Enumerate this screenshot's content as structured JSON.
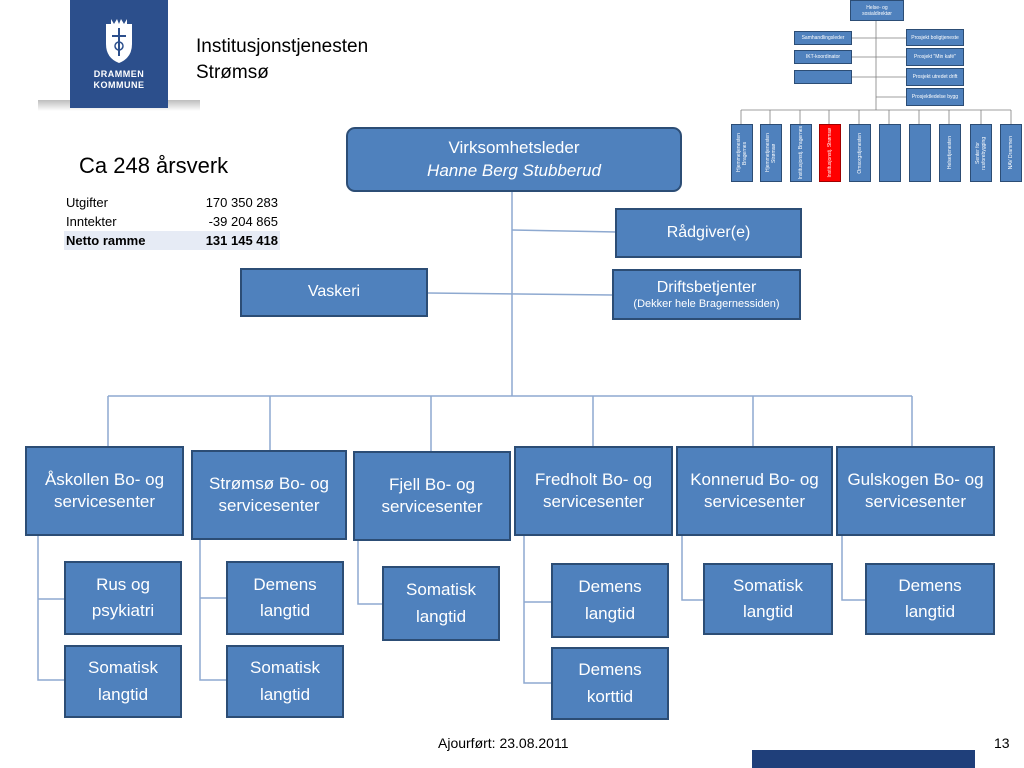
{
  "header": {
    "title_line1": "Institusjonstjenesten",
    "title_line2": "Strømsø",
    "logo_text_line1": "DRAMMEN",
    "logo_text_line2": "KOMMUNE"
  },
  "workforce": "Ca 248 årsverk",
  "budget": [
    {
      "label": "Utgifter",
      "value": "170 350 283"
    },
    {
      "label": "Inntekter",
      "value": "-39 204 865"
    },
    {
      "label": "Netto ramme",
      "value": "131 145 418"
    }
  ],
  "leader": {
    "title": "Virksomhetsleder",
    "name": "Hanne Berg Stubberud"
  },
  "advisor": "Rådgiver(e)",
  "laundry": "Vaskeri",
  "caretakers": {
    "title": "Driftsbetjenter",
    "note": "(Dekker hele Bragernessiden)"
  },
  "centers": [
    {
      "name": "Åskollen Bo- og servicesenter",
      "units": [
        "Rus og psykiatri",
        "Somatisk langtid"
      ]
    },
    {
      "name": "Strømsø  Bo- og servicesenter",
      "units": [
        "Demens langtid",
        "Somatisk langtid"
      ]
    },
    {
      "name": "Fjell Bo- og servicesenter",
      "units": [
        "Somatisk langtid"
      ]
    },
    {
      "name": "Fredholt Bo- og servicesenter",
      "units": [
        "Demens langtid",
        "Demens korttid"
      ]
    },
    {
      "name": "Konnerud Bo- og servicesenter",
      "units": [
        "Somatisk langtid"
      ]
    },
    {
      "name": "Gulskogen Bo- og servicesenter",
      "units": [
        "Demens langtid"
      ]
    }
  ],
  "mini_org": {
    "top": "Helse- og sosialdirektør",
    "left": [
      "Samhandlingsleder",
      "IKT-koordinator",
      "",
      ""
    ],
    "right": [
      "Prosjekt boligtjeneste",
      "Prosjekt \"Min kafé\"",
      "Prosjekt utredet drift",
      "Prosjektledelse bygg"
    ],
    "units": [
      "Hjemmetjenesten Bragernes",
      "Hjemmetjenesten Strømsø",
      "Institusjonstj. Bragernes",
      "Institusjonstj. Strømsø",
      "Omsorgstjenesten",
      "",
      "",
      "Helsetjenesten",
      "Senter for rusforebygging",
      "NAV Drammen"
    ],
    "highlight_index": 3
  },
  "footer": {
    "updated": "Ajourført: 23.08.2011",
    "page": "13"
  },
  "colors": {
    "box_fill": "#4f81bd",
    "box_border": "#2c4d75",
    "connector": "#8ea9d0",
    "highlight": "#ff0000",
    "logo_bg": "#2c4f8c",
    "footer_bar": "#1f3f7a"
  }
}
